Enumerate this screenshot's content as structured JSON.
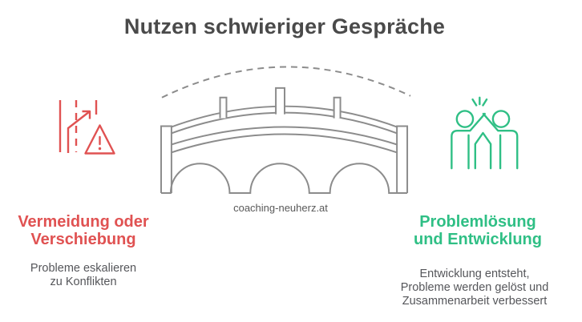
{
  "page": {
    "title": "Nutzen schwieriger Gespräche",
    "watermark": "coaching-neuherz.at",
    "background_color": "#ffffff",
    "title_color": "#4a4a4a"
  },
  "left_panel": {
    "icon": "road-detour-warning-icon",
    "heading": "Vermeidung oder\nVerschiebung",
    "body": "Probleme eskalieren\nzu Konflikten",
    "accent_color": "#e05252",
    "body_color": "#55565a"
  },
  "right_panel": {
    "icon": "high-five-icon",
    "heading": "Problemlösung\nund Entwicklung",
    "body": "Entwicklung entsteht,\nProbleme werden gelöst und\nZusammenarbeit verbessert",
    "accent_color": "#2fbf85",
    "body_color": "#55565a"
  },
  "center": {
    "illustration": "bridge-icon",
    "illustration_color": "#8c8c8c"
  }
}
